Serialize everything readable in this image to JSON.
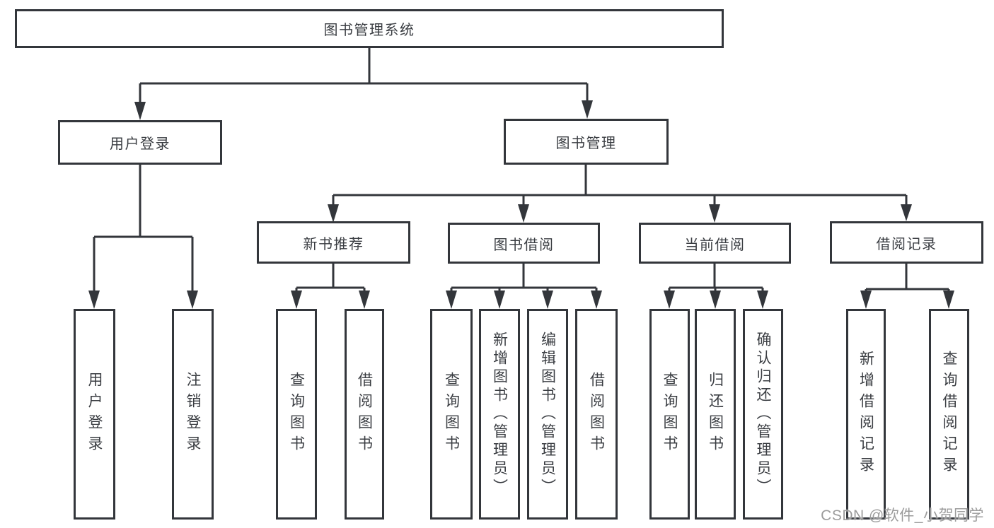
{
  "diagram": {
    "root": {
      "label": "图书管理系统"
    },
    "level2": [
      {
        "label": "用户登录",
        "children": [
          "用户登录",
          "注销登录"
        ]
      },
      {
        "label": "图书管理"
      }
    ],
    "level3": [
      {
        "label": "新书推荐",
        "children": [
          "查询图书",
          "借阅图书"
        ]
      },
      {
        "label": "图书借阅",
        "children": [
          "查询图书",
          "新增图书（管理员）",
          "编辑图书（管理员）",
          "借阅图书"
        ]
      },
      {
        "label": "当前借阅",
        "children": [
          "查询图书",
          "归还图书",
          "确认归还（管理员）"
        ]
      },
      {
        "label": "借阅记录",
        "children": [
          "新增借阅记录",
          "查询借阅记录"
        ]
      }
    ]
  },
  "watermark": {
    "text": "CSDN @软件_小贺同学"
  },
  "colors": {
    "line": "#33363b",
    "text": "#3a3d42",
    "background": "#ffffff",
    "watermark": "#9c9c9c"
  }
}
